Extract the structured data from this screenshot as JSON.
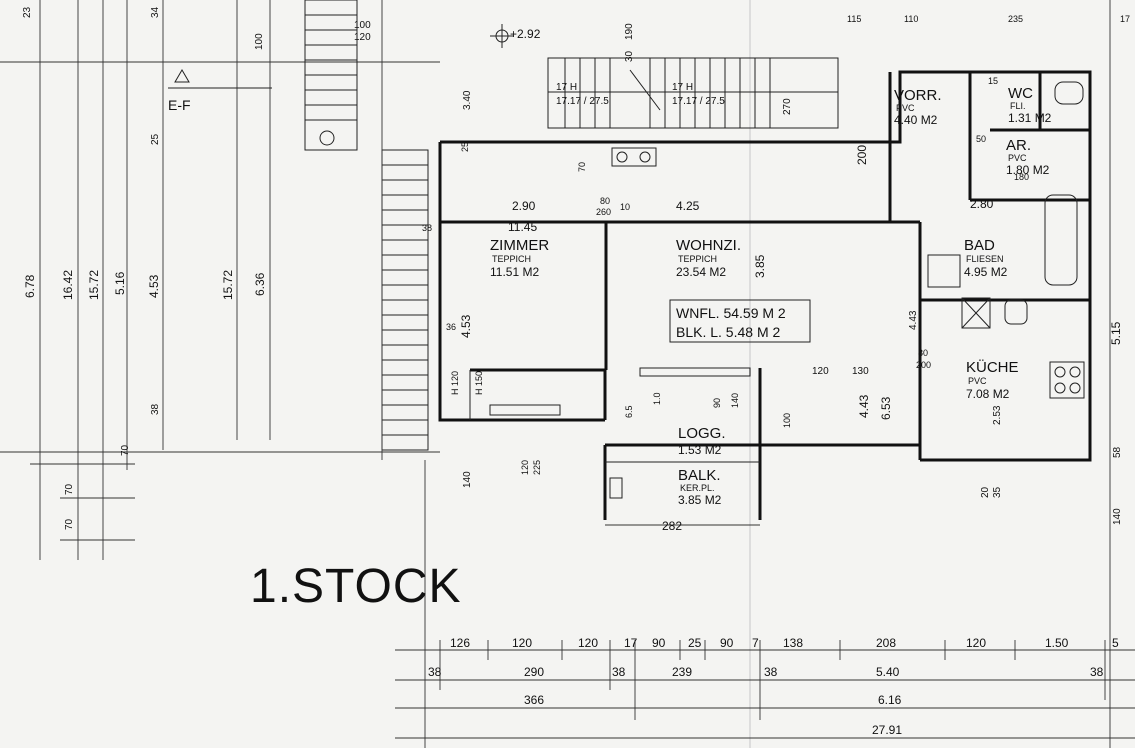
{
  "title": "1.STOCK",
  "section_marker": "E-F",
  "level_marker": "+2.92",
  "rooms": [
    {
      "name": "ZIMMER",
      "floor": "TEPPICH",
      "area": "11.51 M2"
    },
    {
      "name": "WOHNZI.",
      "floor": "TEPPICH",
      "area": "23.54 M2"
    },
    {
      "name": "VORR.",
      "floor": "PVC",
      "area": "4.40 M2"
    },
    {
      "name": "WC",
      "floor": "FLI.",
      "area": "1.31 M2"
    },
    {
      "name": "AR.",
      "floor": "PVC",
      "area": "1.80 M2"
    },
    {
      "name": "BAD",
      "floor": "FLIESEN",
      "area": "4.95 M2"
    },
    {
      "name": "KÜCHE",
      "floor": "PVC",
      "area": "7.08 M2"
    },
    {
      "name": "LOGG.",
      "floor": "",
      "area": "1.53 M2"
    },
    {
      "name": "BALK.",
      "floor": "KER.PL.",
      "area": "3.85 M2"
    }
  ],
  "summary_box": {
    "wnfl": "WNFL. 54.59 M 2",
    "blk": "BLK. L.    5.48 M 2"
  },
  "stair_labels": [
    "17 H",
    "17.17 / 27.5",
    "17 H",
    "17.17 / 27.5"
  ],
  "left_dims": [
    "6.78",
    "16.42",
    "15.72",
    "5.16",
    "4.53",
    "15.72",
    "6.36"
  ],
  "left_dims_small": [
    "23",
    "34",
    "25",
    "38",
    "70",
    "70",
    "70"
  ],
  "top_dims": [
    "100",
    "120",
    "190",
    "30",
    "3.40",
    "270",
    "115",
    "110",
    "235",
    "17"
  ],
  "interior_dims": [
    "2.90",
    "11.45",
    "4.25",
    "3.85",
    "4.53",
    "4.43",
    "6.53",
    "5.15",
    "2.80",
    "200",
    "120",
    "130",
    "282",
    "140",
    "36",
    "H 120",
    "H 150",
    "80",
    "260",
    "10",
    "70",
    "25",
    "38",
    "90",
    "140",
    "6.5",
    "1.0",
    "100",
    "225",
    "120",
    "80",
    "200",
    "50",
    "180",
    "15",
    "4.43",
    "2.53",
    "58",
    "140",
    "20",
    "35"
  ],
  "bottom_rows": [
    [
      "126",
      "120",
      "120",
      "17",
      "90",
      "25",
      "90",
      "7",
      "138",
      "208",
      "120",
      "1.50",
      "5"
    ],
    [
      "38",
      "290",
      "38",
      "239",
      "38",
      "5.40",
      "38"
    ],
    [
      "366",
      "6.16"
    ],
    [
      "27.91"
    ]
  ]
}
